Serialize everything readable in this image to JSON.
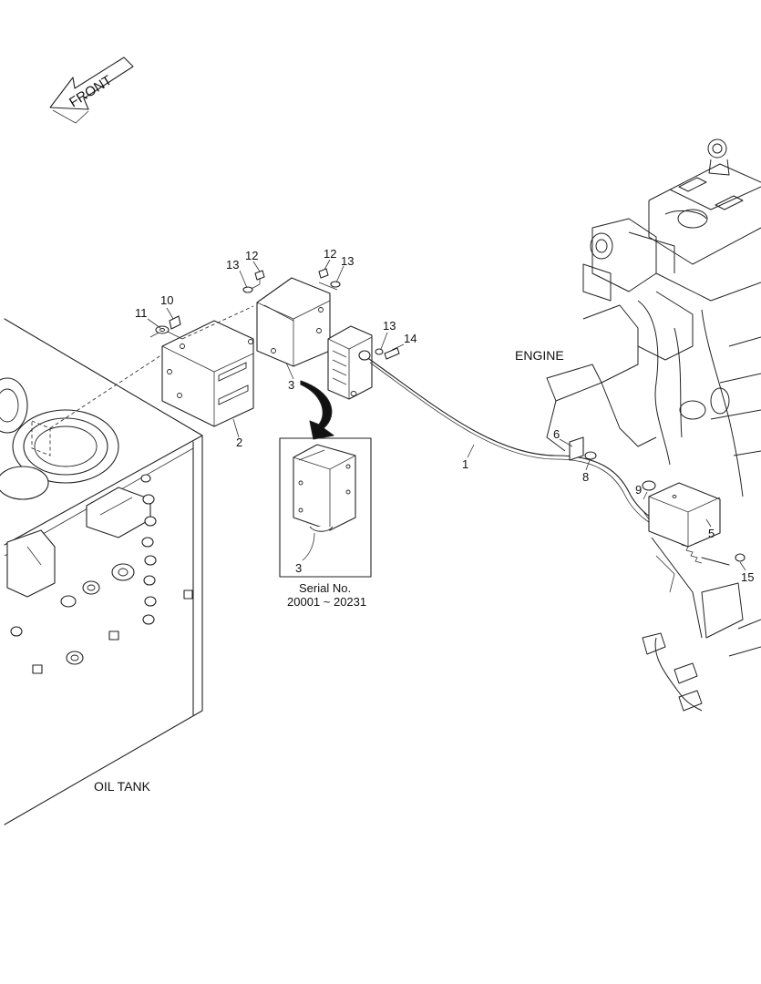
{
  "direction_arrow": {
    "label": "FRONT"
  },
  "components": {
    "engine_label": "ENGINE",
    "oil_tank_label": "OIL TANK"
  },
  "inset": {
    "serial_label": "Serial No.",
    "serial_range": "20001 ~ 20231",
    "part_number": "3"
  },
  "callouts": {
    "p1": "1",
    "p2": "2",
    "p3": "3",
    "p5": "5",
    "p6": "6",
    "p8": "8",
    "p9": "9",
    "p10": "10",
    "p11": "11",
    "p12a": "12",
    "p12b": "12",
    "p13a": "13",
    "p13b": "13",
    "p13c": "13",
    "p14": "14",
    "p15": "15"
  }
}
